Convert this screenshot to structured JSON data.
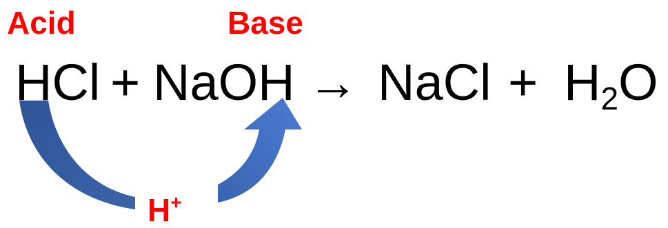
{
  "labels": {
    "acid": "Acid",
    "base": "Base"
  },
  "equation": {
    "reactant_1": "HCl",
    "plus_1": "+",
    "reactant_2": "NaOH",
    "yields": "→",
    "product_1": "NaCl",
    "plus_2": "+",
    "product_2_main": "H",
    "product_2_sub": "2",
    "product_2_end": "O"
  },
  "transfer": {
    "particle_main": "H",
    "particle_charge": "+"
  },
  "colors": {
    "label": "#ff0000",
    "arrow_fill": "#4472c4",
    "arrow_dark": "#2f5597"
  }
}
